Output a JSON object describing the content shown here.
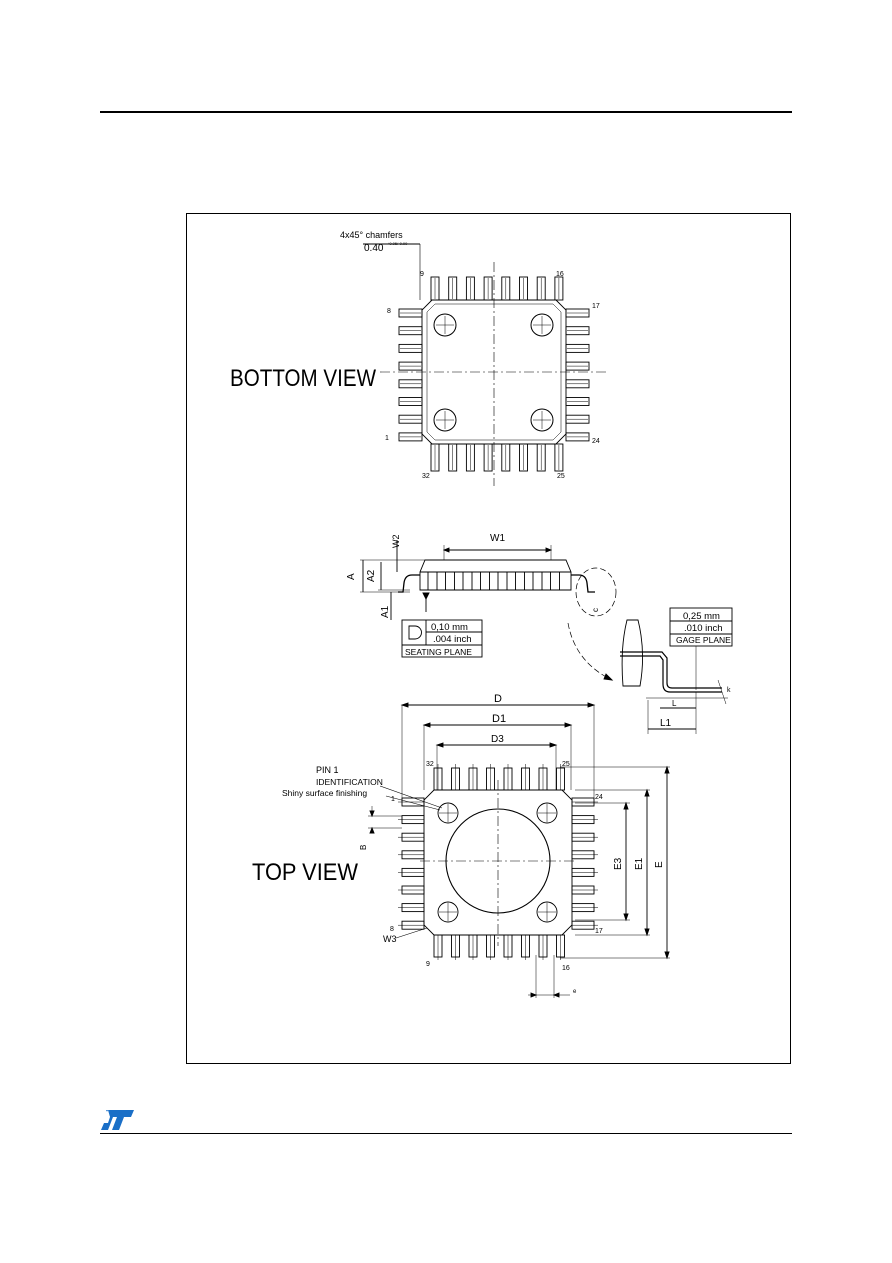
{
  "logo": {
    "text": "ST"
  },
  "bottom_view": {
    "title": "BOTTOM VIEW",
    "chamfer_line1": "4x45° chamfers",
    "chamfer_line2": "0.40",
    "chamfer_tol": "+0.05/-0.00",
    "pin_labels": {
      "p9": "9",
      "p16": "16",
      "p8": "8",
      "p17": "17",
      "p1": "1",
      "p24": "24",
      "p32": "32",
      "p25": "25"
    }
  },
  "side_view": {
    "labels": {
      "W1": "W1",
      "W2": "W2",
      "A": "A",
      "A2": "A2",
      "A1": "A1",
      "c": "c"
    },
    "seating": {
      "symbol": "D",
      "mm": "0,10 mm",
      "inch": ".004 inch",
      "plane": "SEATING PLANE"
    },
    "gage": {
      "mm": "0,25 mm",
      "inch": ".010 inch",
      "plane": "GAGE PLANE",
      "L": "L",
      "L1": "L1",
      "k": "k"
    }
  },
  "top_view": {
    "title": "TOP VIEW",
    "pin1_line1": "PIN 1",
    "pin1_line2": "IDENTIFICATION",
    "pin1_line3": "Shiny surface finishing",
    "dims": {
      "D": "D",
      "D1": "D1",
      "D3": "D3",
      "E": "E",
      "E1": "E1",
      "E3": "E3",
      "B": "B",
      "W3": "W3",
      "e": "e"
    },
    "pin_labels": {
      "p32": "32",
      "p25": "25",
      "p1": "1",
      "p24": "24",
      "p8": "8",
      "p17": "17",
      "p9": "9",
      "p16": "16"
    }
  }
}
